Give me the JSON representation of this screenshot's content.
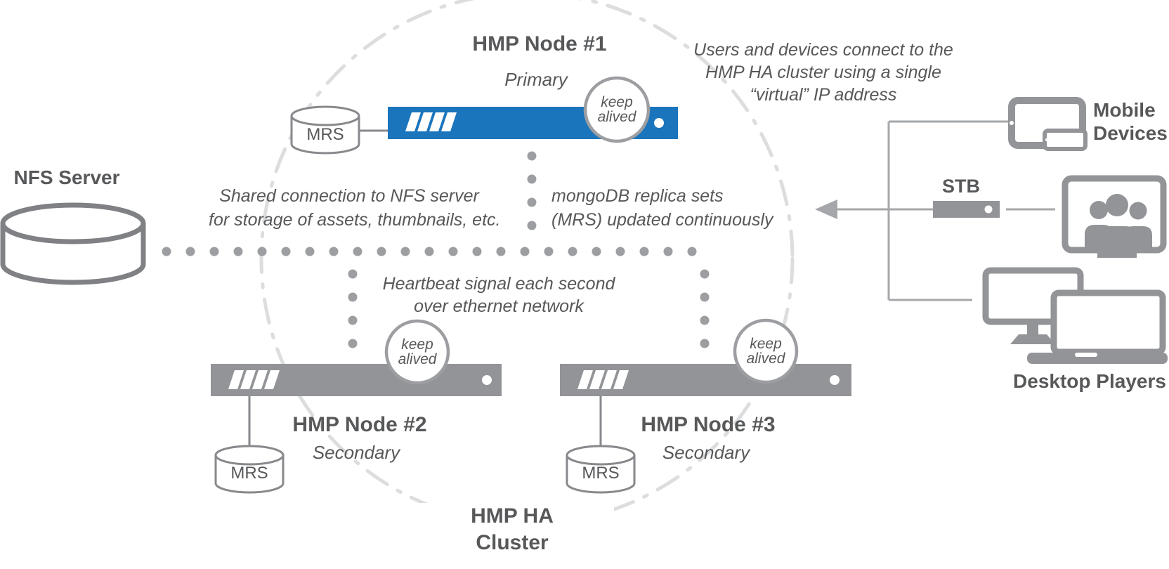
{
  "colors": {
    "accent_blue": "#1b75bc",
    "element_gray": "#929497",
    "text_gray": "#57585a",
    "arc_gray": "#dcddde",
    "dot_gray": "#9c9ea1"
  },
  "nfs": {
    "label": "NFS Server"
  },
  "nodes": [
    {
      "title": "HMP Node #1",
      "role": "Primary",
      "mrs": "MRS",
      "keep": [
        "keep",
        "alived"
      ]
    },
    {
      "title": "HMP Node #2",
      "role": "Secondary",
      "mrs": "MRS",
      "keep": [
        "keep",
        "alived"
      ]
    },
    {
      "title": "HMP Node #3",
      "role": "Secondary",
      "mrs": "MRS",
      "keep": [
        "keep",
        "alived"
      ]
    }
  ],
  "annotations": {
    "shared": [
      "Shared connection to NFS server",
      "for storage of assets, thumbnails, etc."
    ],
    "mongo": [
      "mongoDB replica sets",
      "(MRS)  updated continuously"
    ],
    "heartbeat": [
      "Heartbeat signal each second",
      "over ethernet network"
    ],
    "users": [
      "Users and devices connect to the",
      "HMP HA cluster using a single",
      "“virtual” IP address"
    ]
  },
  "devices": {
    "mobile": [
      "Mobile",
      "Devices"
    ],
    "stb": "STB",
    "desktop": "Desktop Players"
  },
  "cluster": [
    "HMP HA",
    "Cluster"
  ]
}
